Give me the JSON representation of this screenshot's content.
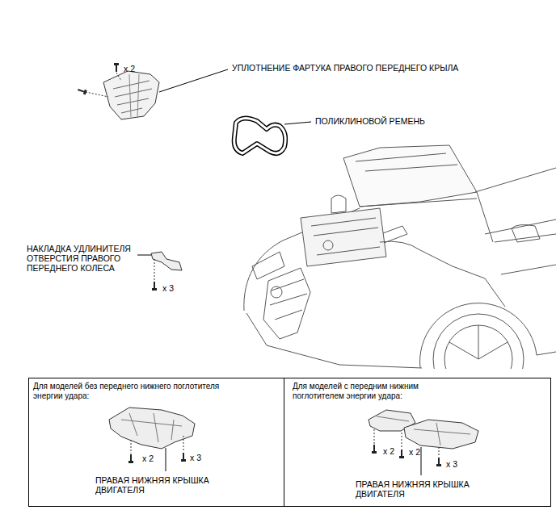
{
  "diagram": {
    "nodes": [
      {
        "text": [
          "Для моделей без переднего нижнего поглотителя энергии удара:",
          "x 2",
          "x 3",
          "ПРАВАЯ НИЖНЯЯ КРЫШКА ДВИГАТЕЛЯ"
        ]
      },
      {
        "text": [
          "Для моделей с передним нижним поглотителем энергии удара:",
          "x 2",
          "x 2",
          "x 3",
          "ПРАВАЯ НИЖНЯЯ КРЫШКА ДВИГАТЕЛЯ"
        ]
      }
    ],
    "labels": [
      "УПЛОТНЕНИЕ ФАРТУКА ПРАВОГО ПЕРЕДНЕГО КРЫЛА",
      "x 2",
      "ПОЛИКЛИНОВОЙ РЕМЕНЬ",
      "НАКЛАДКА УДЛИНИТЕЛЯ ОТВЕРСТИЯ ПРАВОГО ПЕРЕДНЕГО КОЛЕСА",
      "x 3"
    ]
  }
}
